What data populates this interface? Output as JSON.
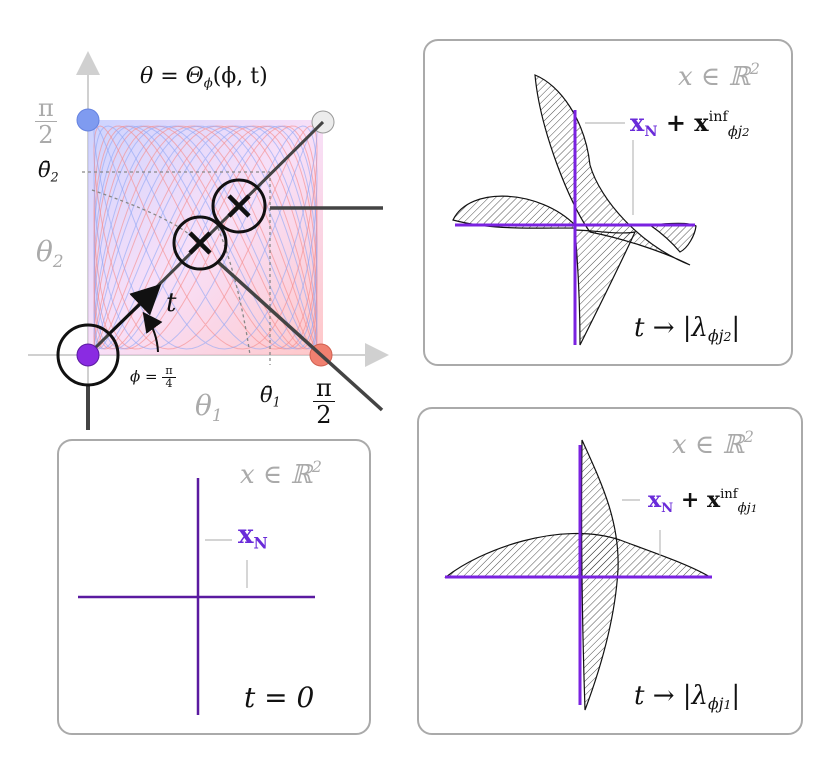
{
  "main_plot": {
    "title_lhs": "θ = Θ",
    "title_sub": "ϕ",
    "title_rhs": "(ϕ, t)",
    "ytick_top_num": "π",
    "ytick_top_den": "2",
    "ytick_mid": "θ̄",
    "ytick_mid_sub": "2",
    "ylabel": "θ",
    "ylabel_sub": "2",
    "xtick_mid": "θ̄",
    "xtick_mid_sub": "1",
    "xtick_right_num": "π",
    "xtick_right_den": "2",
    "xlabel": "θ",
    "xlabel_sub": "1",
    "t_label": "t",
    "phi_label": "ϕ =",
    "phi_num": "π",
    "phi_den": "4",
    "colors": {
      "blue": "#8fa6f5",
      "red": "#f58a8a",
      "purple": "#7b22e0"
    }
  },
  "panel_top_right": {
    "space_label": "x ∈ ℝ",
    "space_sup": "2",
    "vec_base": "x",
    "vec_base_sub": "N",
    "vec_plus": " + x",
    "vec_sup": "inf",
    "vec_sub": "ϕj",
    "vec_sub2": "2",
    "limit_label": "t → |λ",
    "limit_sub": "ϕj",
    "limit_sub2": "2",
    "limit_end": "|"
  },
  "panel_bottom_right": {
    "space_label": "x ∈ ℝ",
    "space_sup": "2",
    "vec_base": "x",
    "vec_base_sub": "N",
    "vec_plus": " + x",
    "vec_sup": "inf",
    "vec_sub": "ϕj",
    "vec_sub2": "1",
    "limit_label": "t → |λ",
    "limit_sub": "ϕj",
    "limit_sub2": "1",
    "limit_end": "|"
  },
  "panel_bottom_left": {
    "space_label": "x ∈ ℝ",
    "space_sup": "2",
    "vec_base": "x",
    "vec_base_sub": "N",
    "time_label": "t = 0"
  }
}
